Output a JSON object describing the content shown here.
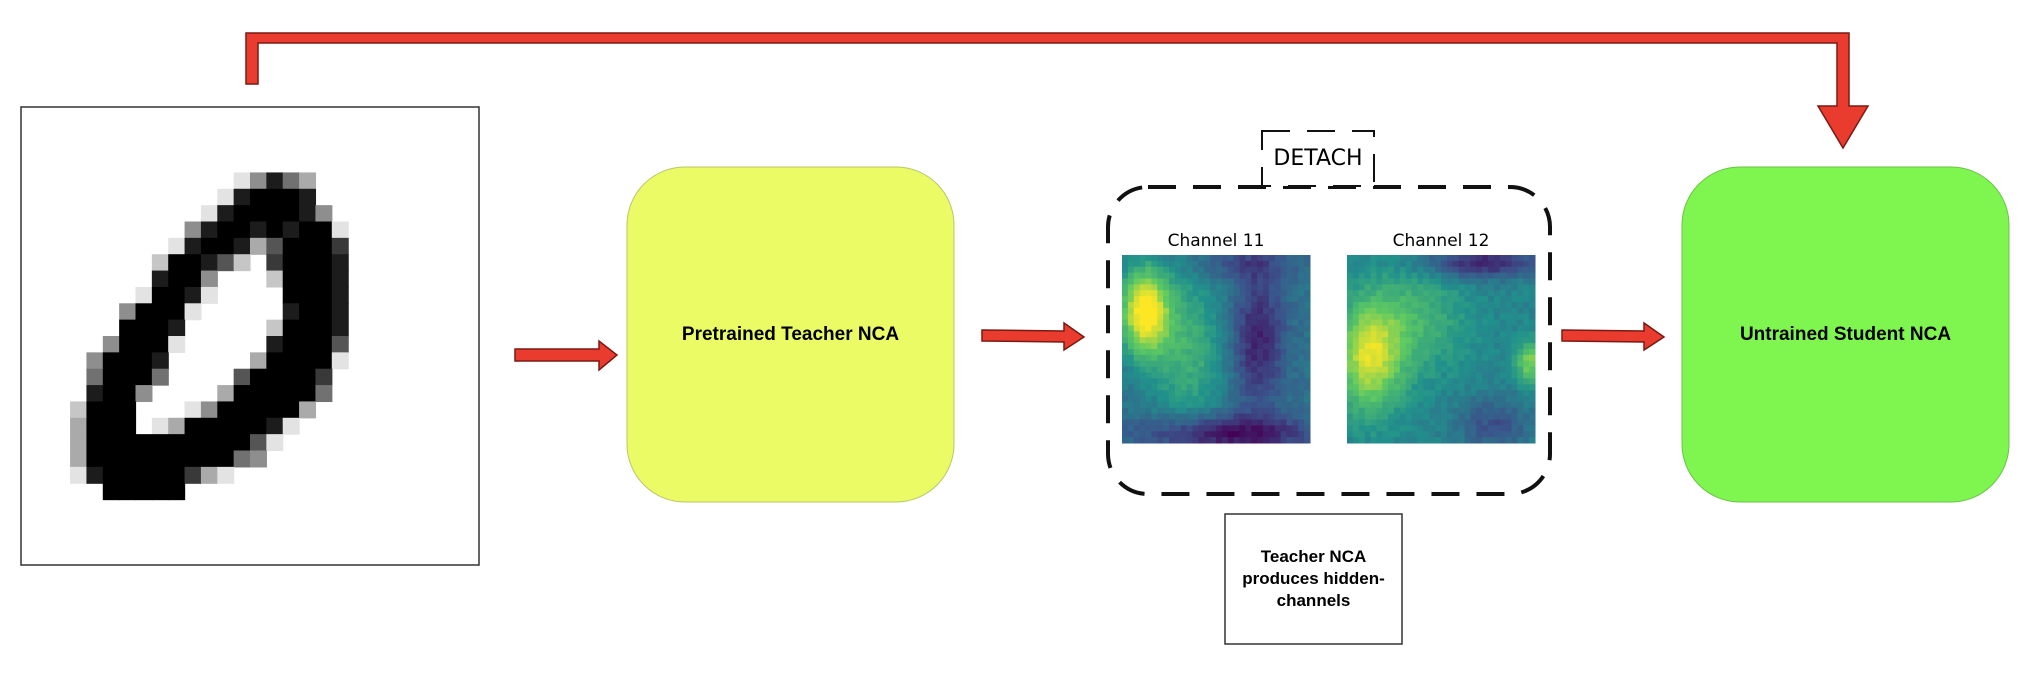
{
  "input_image": {
    "rows": [
      "0000000000000000000000000000",
      "0000000000000000000000000000",
      "0000000000000000000000000000",
      "0000000000000000000000000000",
      "0000000000000148530000000000",
      "0000000000001899980000000000",
      "0000000000018999984000000000",
      "0000000000489989899100000000",
      "0000000001899836999700000000",
      "0000000029986207999800000000",
      "0000000089940002999800000000",
      "0000000199810000999800000000",
      "0000004999100000899800000000",
      "0000009998000002999800000000",
      "0000049991000008999600000000",
      "0000499980000039999100000000",
      "0000599950000699997000000000",
      "0000899400003999995000000000",
      "0002999000149999930000000000",
      "0003999013999998100000000000",
      "0003999999999961000000000000",
      "0003999999999540000000000000",
      "0001899999731000000000000000",
      "0000099999000000000000000000",
      "0000000000000000000000000000",
      "0000000000000000000000000000",
      "0000000000000000000000000000",
      "0000000000000000000000000000"
    ]
  },
  "teacher_box": {
    "label": "Pretrained Teacher NCA",
    "color": "#ebfb65"
  },
  "student_box": {
    "label": "Untrained Student NCA",
    "color": "#7ff64f"
  },
  "channels": [
    {
      "label": "Channel 11"
    },
    {
      "label": "Channel 12"
    }
  ],
  "detach_label": "DETACH",
  "note": {
    "line1": "Teacher NCA",
    "line2": "produces hidden-",
    "line3": "channels"
  },
  "colors": {
    "arrow_fill": "#ea3b2f",
    "arrow_stroke": "#7a1a14"
  }
}
